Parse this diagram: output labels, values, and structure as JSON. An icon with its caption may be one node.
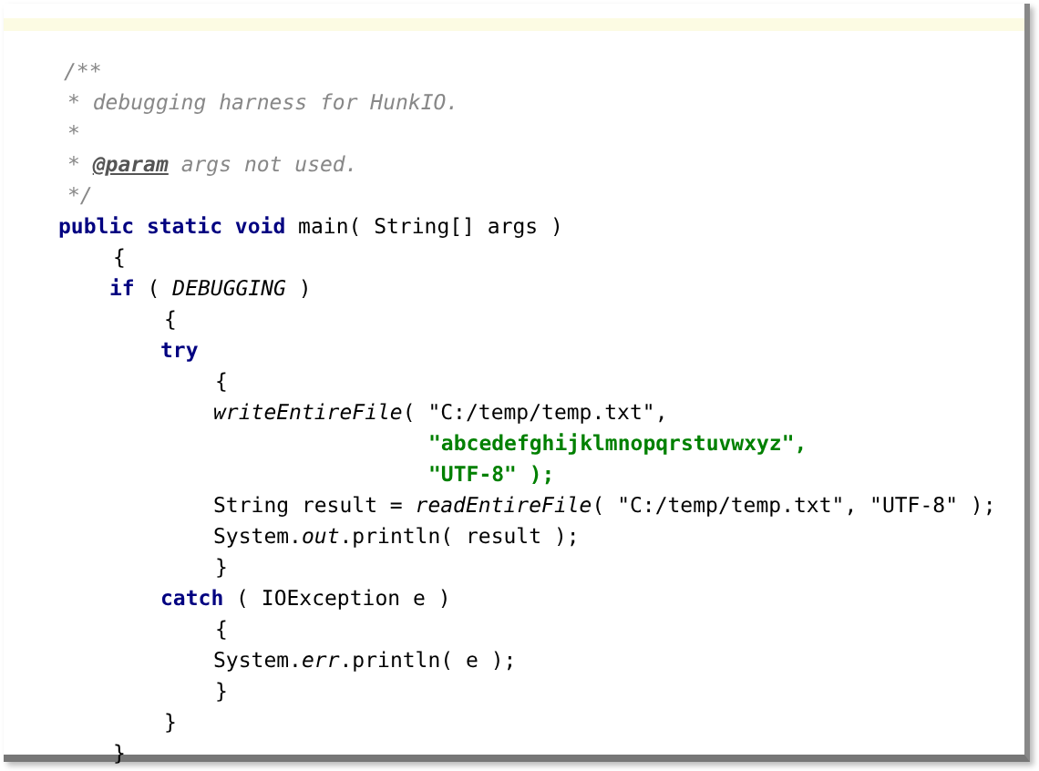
{
  "diagram": {
    "labels": [
      "/**",
      "* debugging harness for HunkIO.",
      "*",
      "* **@param** args not used.",
      "*/",
      "**public static void** main( String[] args )",
      "{",
      "**if** ( *DEBUGGING* )",
      "{",
      "**try**",
      "{",
      "*writeEntireFile*( \"C:/temp/temp.txt\",",
      "\"abcedefghijklmnopqrstuvwxyz\",",
      "\"UTF-8\" );",
      "String result = *readEntireFile*( \"C:/temp/temp.txt\", \"UTF-8\" );",
      "System.*out*.println( result );",
      "}",
      "**catch** ( IOException e )",
      "{",
      "System.*err*.println( e );",
      "}",
      "}",
      "}"
    ]
  }
}
